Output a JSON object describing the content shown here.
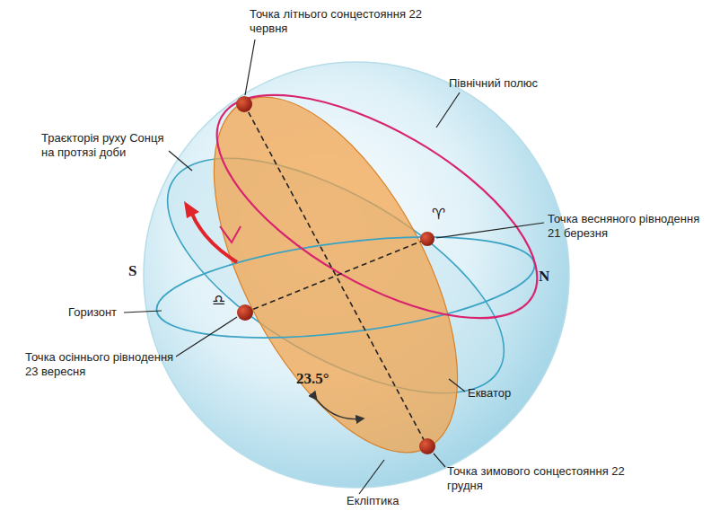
{
  "diagram": {
    "labels": [
      "Точка літнього сонцестояння 22 червня",
      "Північний полюс",
      "Траєкторія руху Сонця на протязі доби",
      "Точка весняного рівнодення 21 березня",
      "♈",
      "S",
      "N",
      "Горизонт",
      "♎",
      "Точка осіннього рівнодення 23 вересня",
      "23.5°",
      "Екватор",
      "Точка зимового сонцестояння 22 грудня",
      "Екліптика"
    ]
  }
}
